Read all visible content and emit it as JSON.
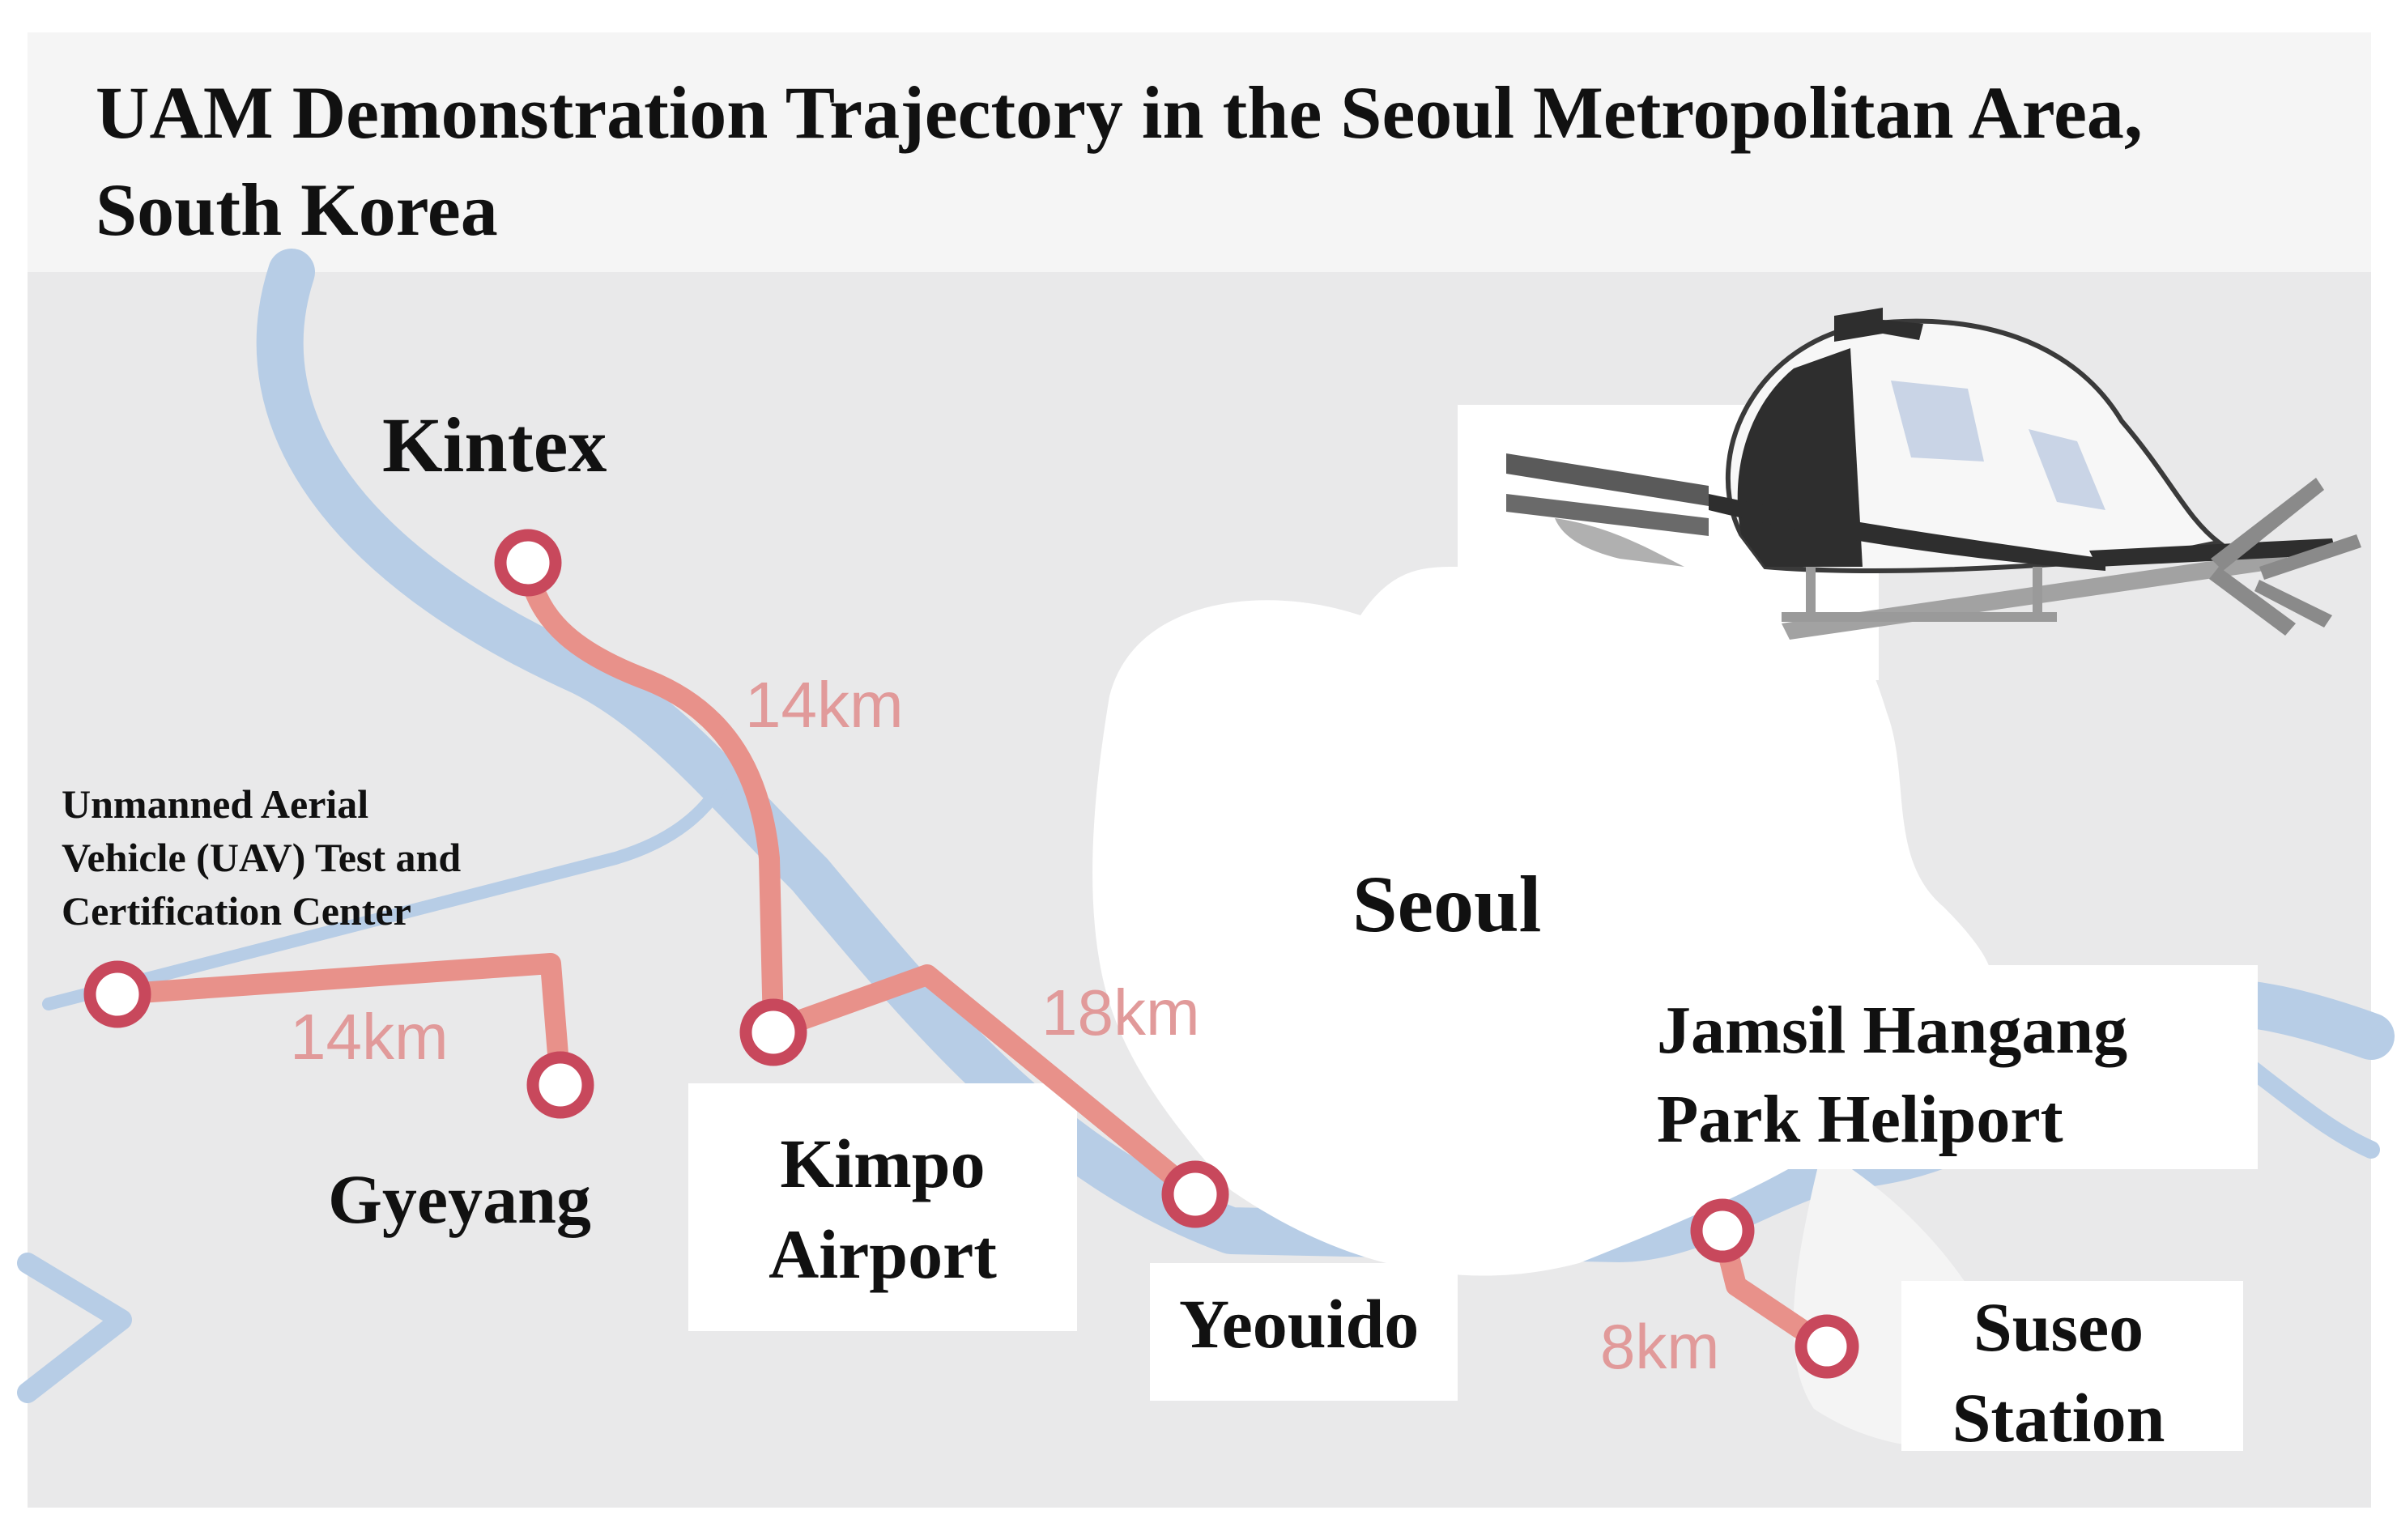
{
  "title": {
    "line1": "UAM Demonstration Trajectory in the Seoul Metropolitan Area,",
    "line2": "South Korea"
  },
  "places": {
    "kintex": "Kintex",
    "uav_center_line1": "Unmanned Aerial",
    "uav_center_line2": "Vehicle (UAV) Test and",
    "uav_center_line3": "Certification Center",
    "gyeyang": "Gyeyang",
    "kimpo_line1": "Kimpo",
    "kimpo_line2": "Airport",
    "yeouido": "Yeouido",
    "seoul": "Seoul",
    "jamsil_line1": "Jamsil Hangang",
    "jamsil_line2": "Park Heliport",
    "suseo_line1": "Suseo",
    "suseo_line2": "Station"
  },
  "distances": {
    "kintex_kimpo": "14km",
    "uav_gyeyang": "14km",
    "kimpo_yeouido": "18km",
    "jamsil_suseo": "8km"
  },
  "colors": {
    "route": "#e8918a",
    "node": "#c8485c",
    "river": "#b7cde6",
    "land": "#e9e9ea",
    "city": "#ffffff",
    "label_text": "#111111",
    "distance_text": "#e19a9a"
  },
  "icons": {
    "aircraft": "evtol-aircraft-icon"
  }
}
